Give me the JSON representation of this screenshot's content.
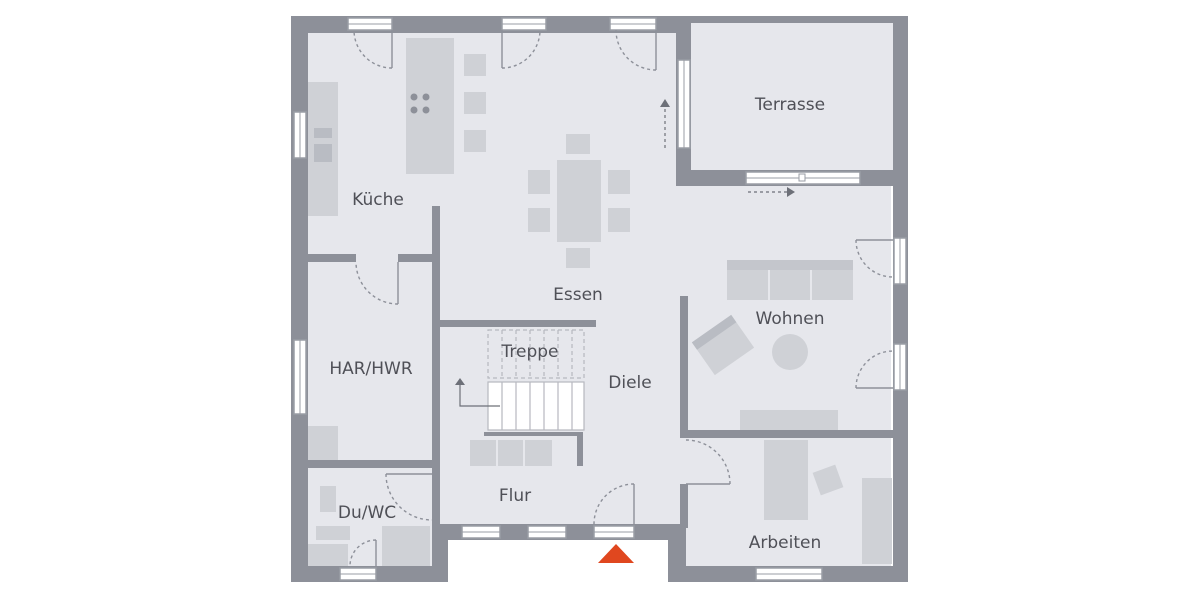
{
  "colors": {
    "wall": "#8d9099",
    "floor": "#e6e7ec",
    "furniture": "#cfd1d6",
    "window_line": "#9a9da5",
    "door_arc": "#8d9099",
    "entrance_marker": "#e0471f",
    "text": "#4f5057",
    "background": "#ffffff"
  },
  "rooms": {
    "kueche": "Küche",
    "essen": "Essen",
    "terrasse": "Terrasse",
    "wohnen": "Wohnen",
    "har_hwr": "HAR/HWR",
    "treppe": "Treppe",
    "diele": "Diele",
    "flur": "Flur",
    "du_wc": "Du/WC",
    "arbeiten": "Arbeiten"
  },
  "icons": {
    "entrance": "entrance-triangle-icon",
    "stair_arrow": "arrow-up-icon",
    "terrace_arrow": "arrow-up-icon",
    "slide_arrow": "arrow-right-icon"
  }
}
